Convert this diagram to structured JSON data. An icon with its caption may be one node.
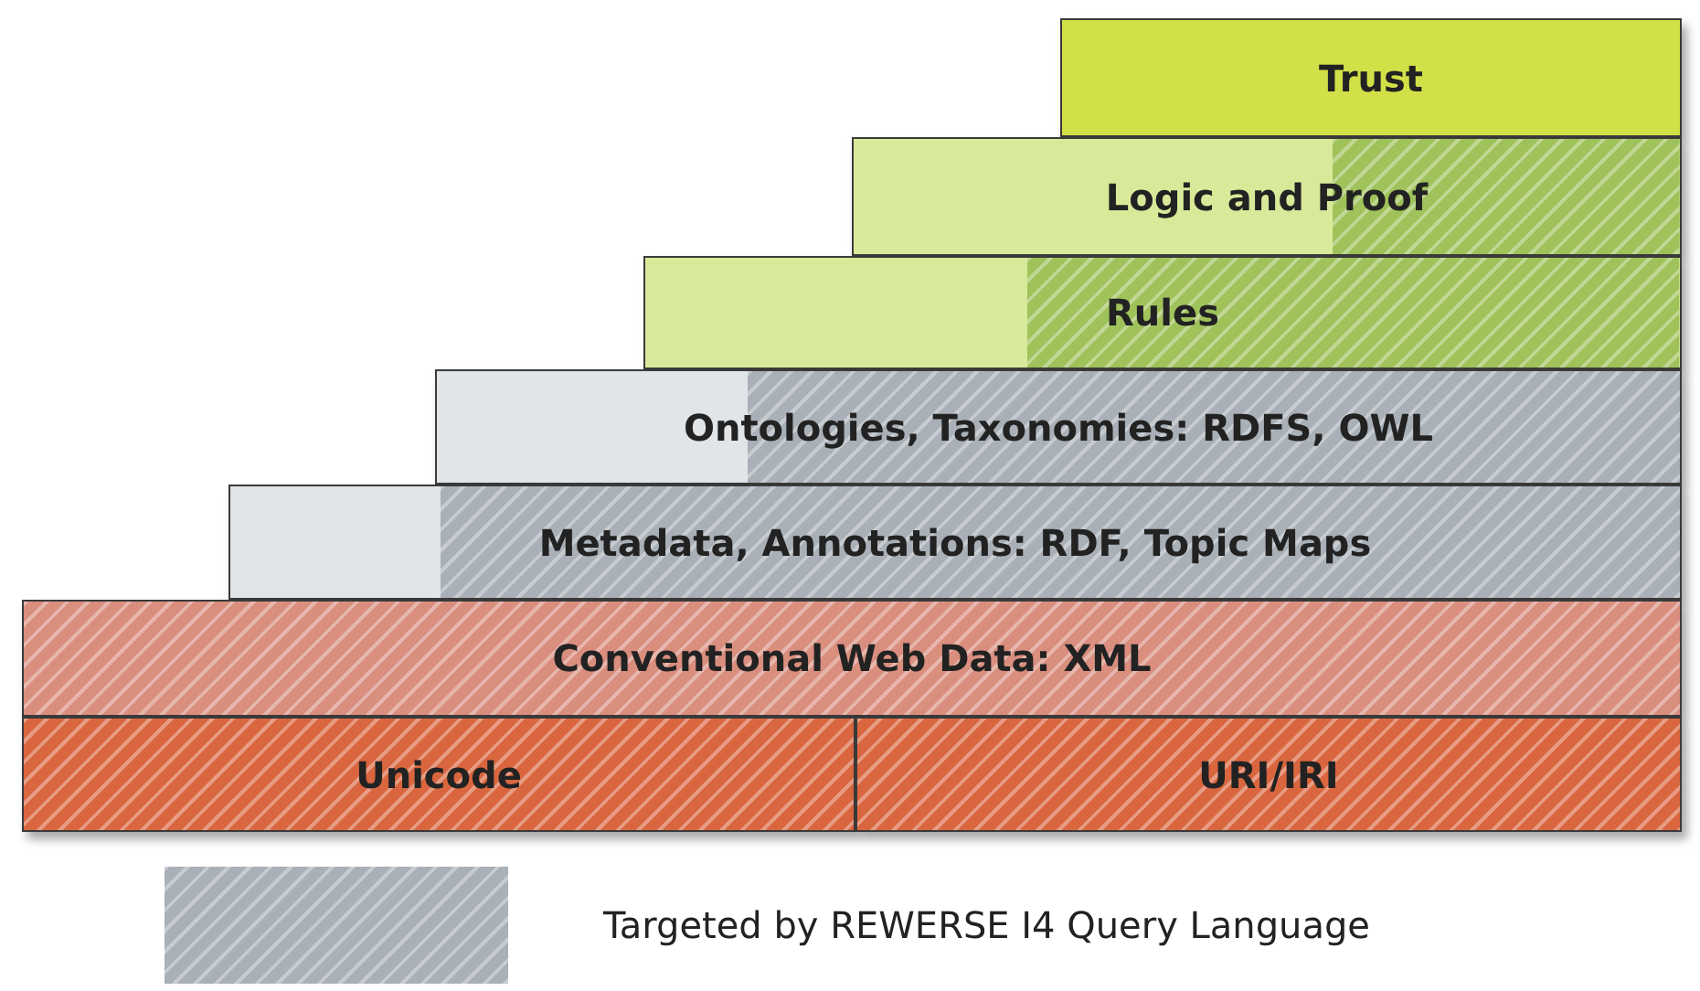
{
  "diagram": {
    "nodes": [
      {
        "text": [
          "Trust"
        ]
      },
      {
        "text": [
          "Logic and Proof"
        ]
      },
      {
        "text": [
          "Rules"
        ]
      },
      {
        "text": [
          "Ontologies, Taxonomies: RDFS, OWL"
        ]
      },
      {
        "text": [
          "Metadata, Annotations: RDF, Topic Maps"
        ]
      },
      {
        "text": [
          "Conventional Web Data: XML"
        ]
      },
      {
        "text": [
          "Unicode"
        ]
      },
      {
        "text": [
          "URI/IRI"
        ]
      }
    ],
    "legend": [
      {
        "text": "Targeted by REWERSE I4 Query Language",
        "color": "#a9b0b7"
      }
    ]
  }
}
